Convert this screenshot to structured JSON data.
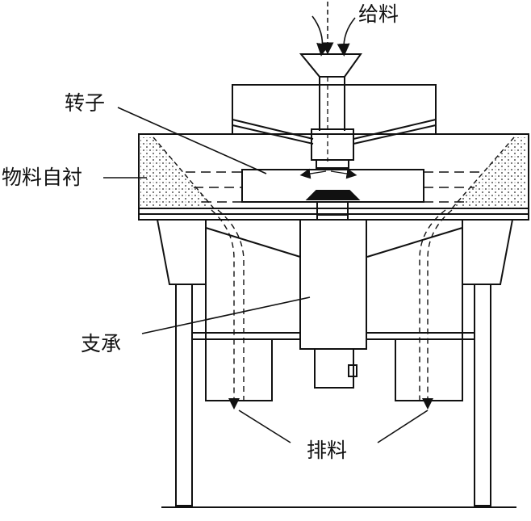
{
  "diagram": {
    "labels": {
      "feed": "给料",
      "rotor": "转子",
      "lining": "物料自衬",
      "bearing": "支承",
      "discharge": "排料"
    },
    "colors": {
      "ink": "#111111",
      "background": "#ffffff"
    }
  }
}
